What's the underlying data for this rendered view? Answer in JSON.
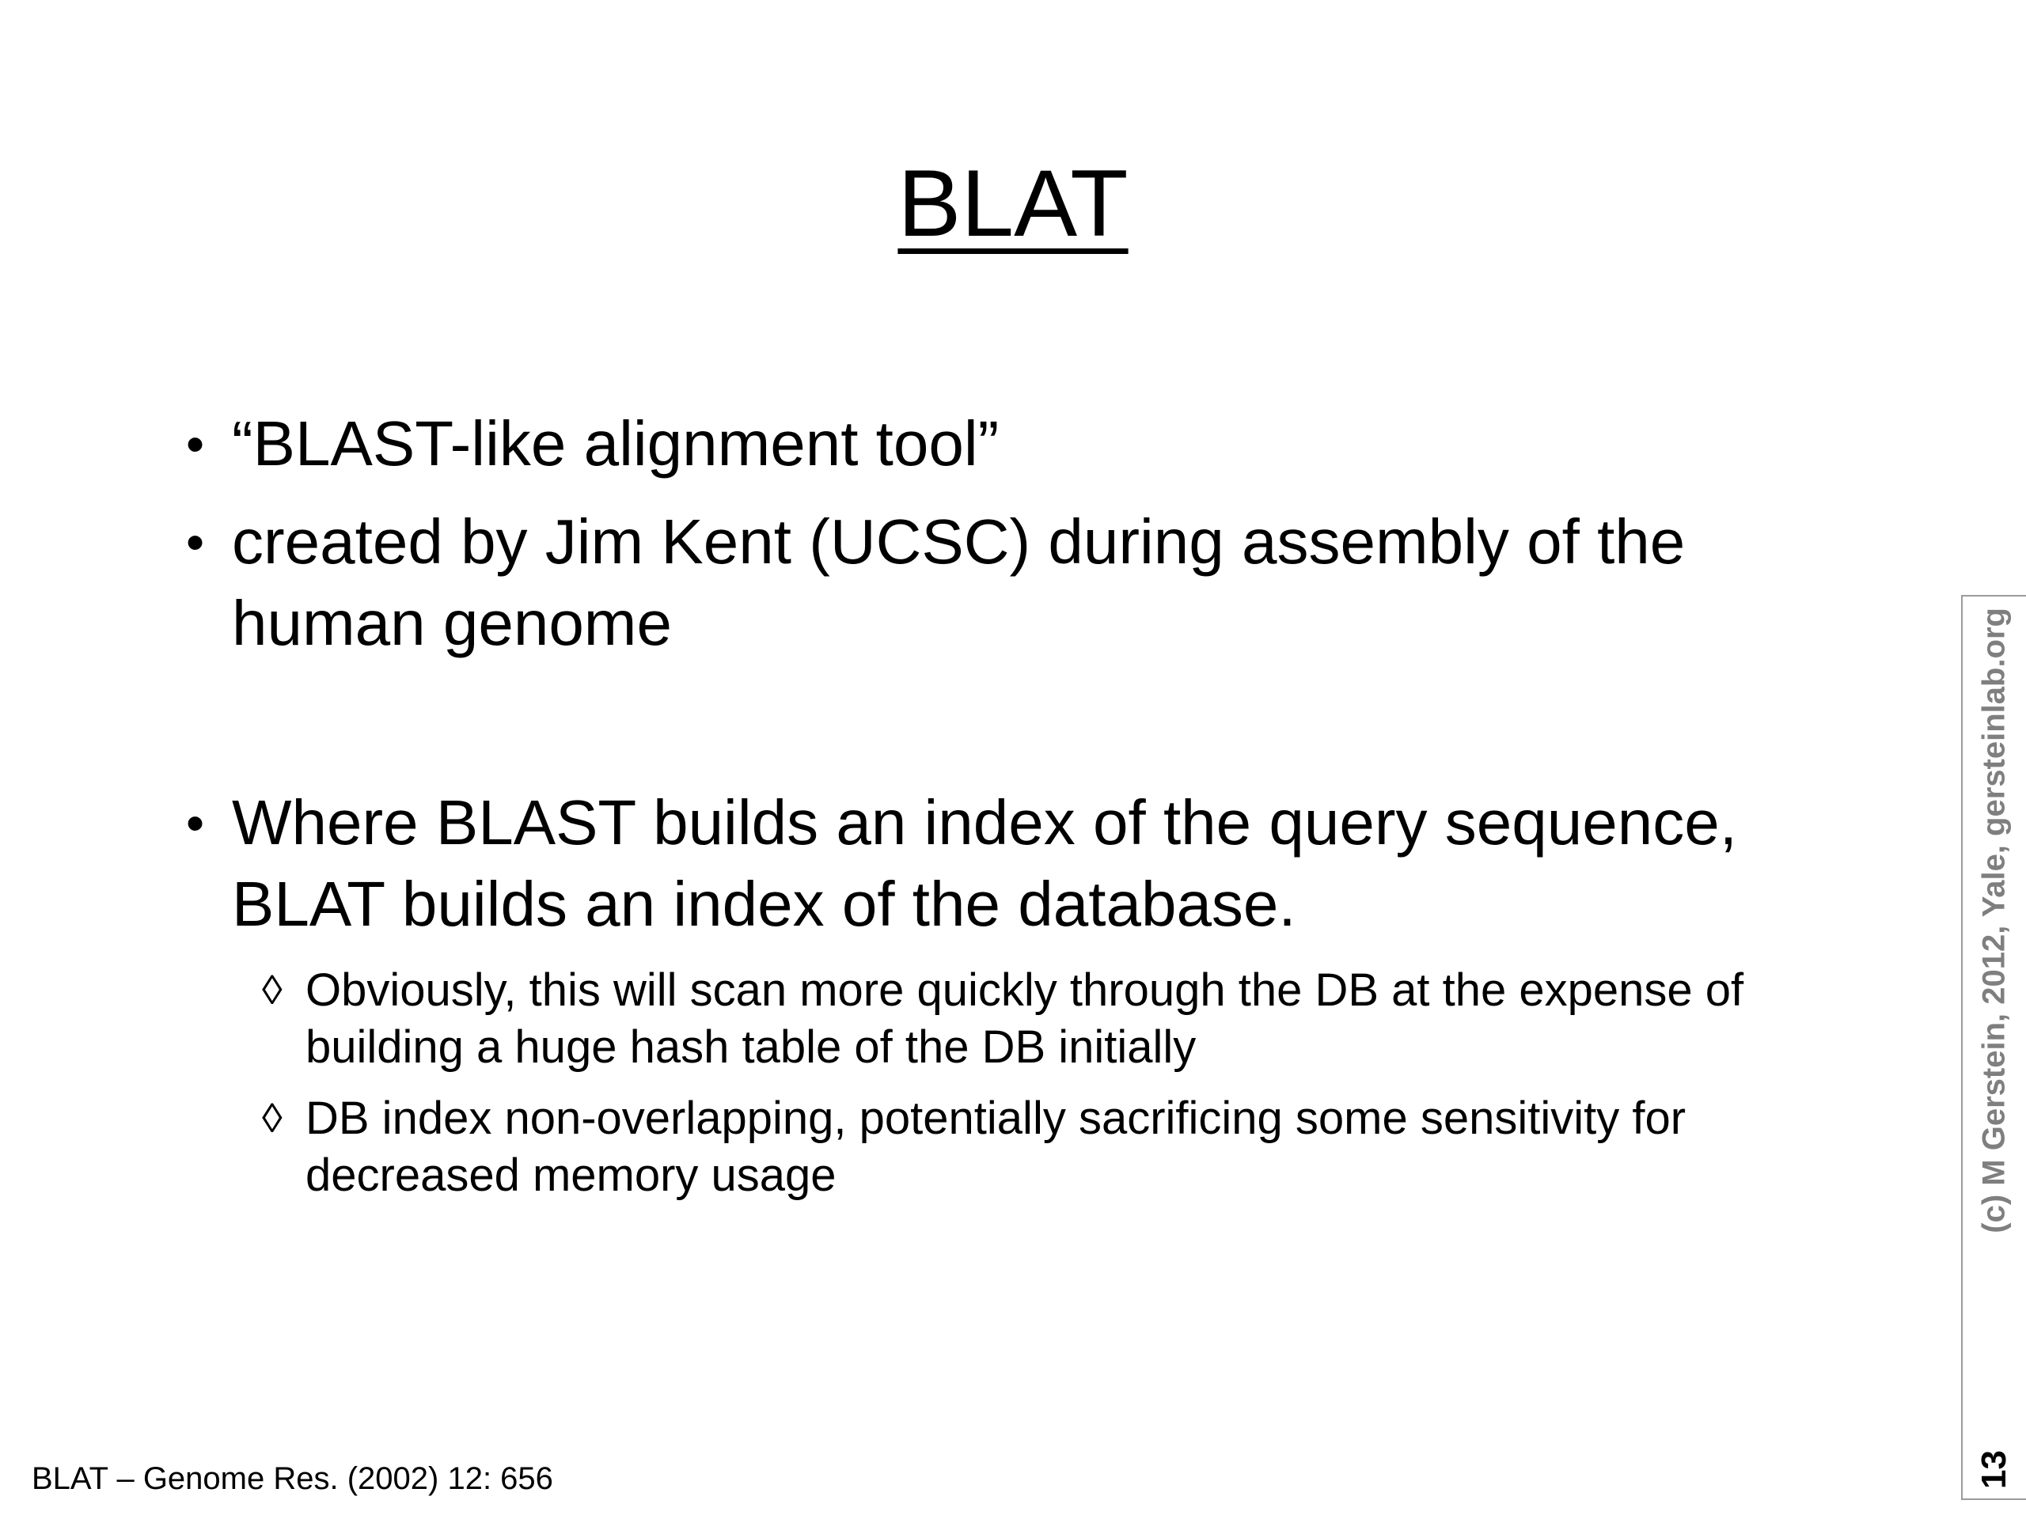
{
  "slide": {
    "title": "BLAT",
    "markers": {
      "level1": "•",
      "level2": "◊"
    },
    "bullets": [
      {
        "level": 1,
        "text": "“BLAST-like alignment tool”"
      },
      {
        "level": 1,
        "text": "created by Jim Kent (UCSC) during assembly of the human genome"
      },
      {
        "level": 1,
        "text": "Where BLAST builds an index of the query sequence, BLAT builds an index of the database."
      },
      {
        "level": 2,
        "text": "Obviously, this will scan more quickly through the DB at the expense of building a huge hash table of the DB initially"
      },
      {
        "level": 2,
        "text": "DB index non-overlapping, potentially sacrificing some sensitivity for decreased memory usage"
      }
    ],
    "footer": "BLAT – Genome Res. (2002) 12: 656",
    "sidebar": {
      "copyright": "(c) M Gerstein, 2012, Yale, gersteinlab.org",
      "page_number": "13"
    }
  },
  "colors": {
    "background": "#ffffff",
    "text": "#000000",
    "sidebar_text": "#7f7f7f",
    "sidebar_border": "#9b9b9b"
  }
}
